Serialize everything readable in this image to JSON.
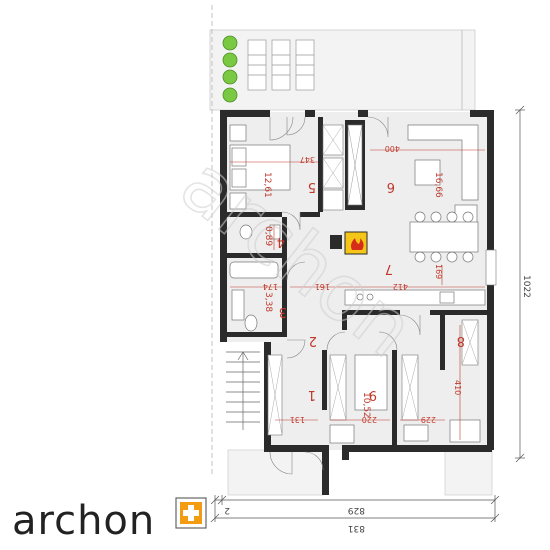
{
  "rooms": [
    {
      "no": "1"
    },
    {
      "no": "2"
    },
    {
      "no": "3",
      "area": "3,38"
    },
    {
      "no": "4",
      "area": "0,89"
    },
    {
      "no": "5",
      "area": "12,61"
    },
    {
      "no": "6",
      "area": "16,66"
    },
    {
      "no": "7"
    },
    {
      "no": "8"
    },
    {
      "no": "9",
      "area": "10,52"
    }
  ],
  "dims": {
    "d347": "347",
    "d400": "400",
    "d412": "412",
    "d161": "161",
    "d174": "174",
    "d169": "169",
    "d131": "131",
    "d220": "220",
    "d229": "229",
    "d410": "410"
  },
  "outer_dims": {
    "height": "1022",
    "w_inner": "829",
    "w_small": "2",
    "w_total": "831"
  },
  "watermark": "archon",
  "logo": {
    "text": "archon",
    "plus_color": "#f39c12"
  },
  "colors": {
    "wall": "#2b2b2b",
    "floor": "#eeeeee",
    "terrace": "#f3f3f3",
    "dim_line": "#c0392b",
    "shrub": "#7ac943",
    "fireplace": "#f5c518"
  }
}
